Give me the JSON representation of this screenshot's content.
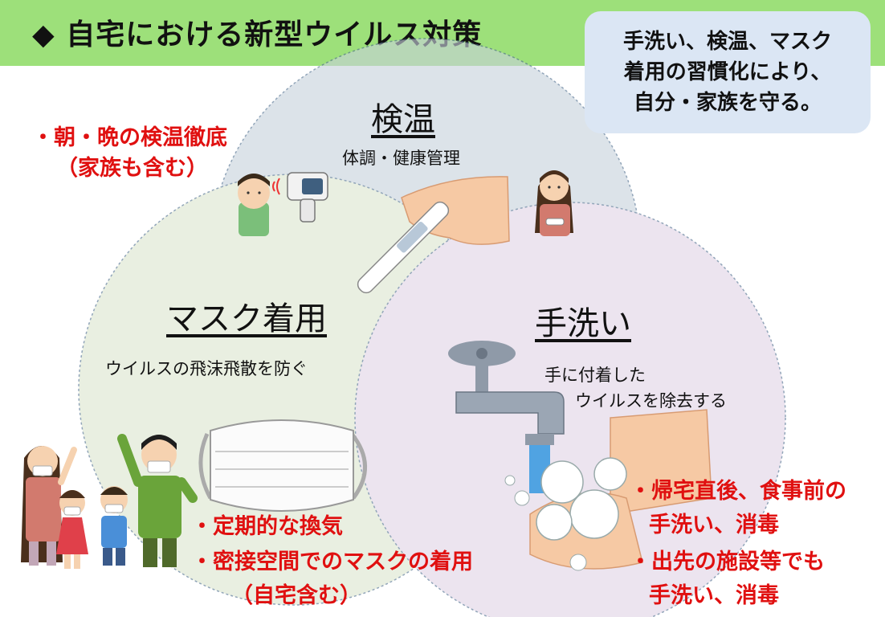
{
  "title": "◆ 自宅における新型ウイルス対策",
  "callout": {
    "lines": [
      "手洗い、検温、マスク",
      "着用の習慣化により、",
      "自分・家族を守る。"
    ]
  },
  "circles": {
    "kenon": {
      "title": "検温",
      "sub": "体調・健康管理"
    },
    "mask": {
      "title": "マスク着用",
      "sub": "ウイルスの飛沫飛散を防ぐ"
    },
    "tearai": {
      "title": "手洗い",
      "sub_lines": [
        "手に付着した",
        "ウイルスを除去する"
      ]
    }
  },
  "notes": {
    "kenon": [
      "・朝・晩の検温徹底",
      "（家族も含む）"
    ],
    "mask": [
      "・定期的な換気",
      "・密接空間でのマスクの着用",
      "（自宅含む）"
    ],
    "tearai": [
      "・帰宅直後、食事前の",
      "手洗い、消毒",
      "・出先の施設等でも",
      "手洗い、消毒"
    ]
  },
  "colors": {
    "title_bar": "#9de07a",
    "callout_bg": "#dbe6f4",
    "circle_kenon": "#c8d2dc",
    "circle_mask": "#dde6cf",
    "circle_tearai": "#e2d4e6",
    "note_text": "#e01010"
  }
}
